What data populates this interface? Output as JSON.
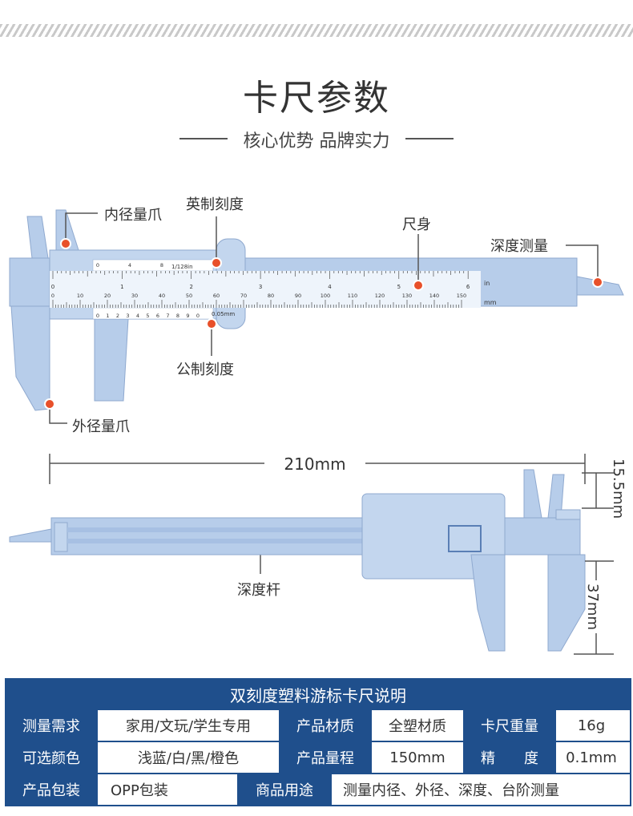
{
  "header": {
    "title": "卡尺参数",
    "subtitle": "核心优势 品牌实力"
  },
  "callouts": {
    "inner_jaw": "内径量爪",
    "inch_scale": "英制刻度",
    "body": "尺身",
    "depth_measure": "深度测量",
    "metric_scale": "公制刻度",
    "outer_jaw": "外径量爪",
    "depth_rod": "深度杆"
  },
  "dimensions": {
    "length": "210mm",
    "jaw_small": "15.5mm",
    "jaw_large": "37mm"
  },
  "scale": {
    "inch_label": "in",
    "mm_label": "mm",
    "vernier_inch_note": "1/128in",
    "vernier_mm_note": "0.05mm",
    "inch_ticks": [
      "0",
      "1",
      "2",
      "3",
      "4",
      "5",
      "6"
    ],
    "mm_ticks": [
      "0",
      "10",
      "20",
      "30",
      "40",
      "50",
      "60",
      "70",
      "80",
      "90",
      "100",
      "110",
      "120",
      "130",
      "140",
      "150"
    ],
    "vernier_top_ticks": [
      "0",
      "4",
      "8"
    ],
    "vernier_bottom_ticks": [
      "0",
      "1",
      "2",
      "3",
      "4",
      "5",
      "6",
      "7",
      "8",
      "9",
      "0"
    ]
  },
  "table": {
    "heading": "双刻度塑料游标卡尺说明",
    "rows": [
      [
        {
          "label": "测量需求",
          "value": "家用/文玩/学生专用"
        },
        {
          "label": "产品材质",
          "value": "全塑材质"
        },
        {
          "label": "卡尺重量",
          "value": "16g"
        }
      ],
      [
        {
          "label": "可选颜色",
          "value": "浅蓝/白/黑/橙色"
        },
        {
          "label": "产品量程",
          "value": "150mm"
        },
        {
          "label": "精　　度",
          "value": "0.1mm"
        }
      ],
      [
        {
          "label": "产品包装",
          "value": "OPP包装"
        },
        {
          "label": "商品用途",
          "value": "测量内径、外径、深度、台阶测量"
        }
      ]
    ]
  },
  "colors": {
    "caliper": "#b7cdea",
    "caliper_edge": "#8fa9cf",
    "marker": "#e8502a",
    "table_blue": "#1f4f8c"
  }
}
